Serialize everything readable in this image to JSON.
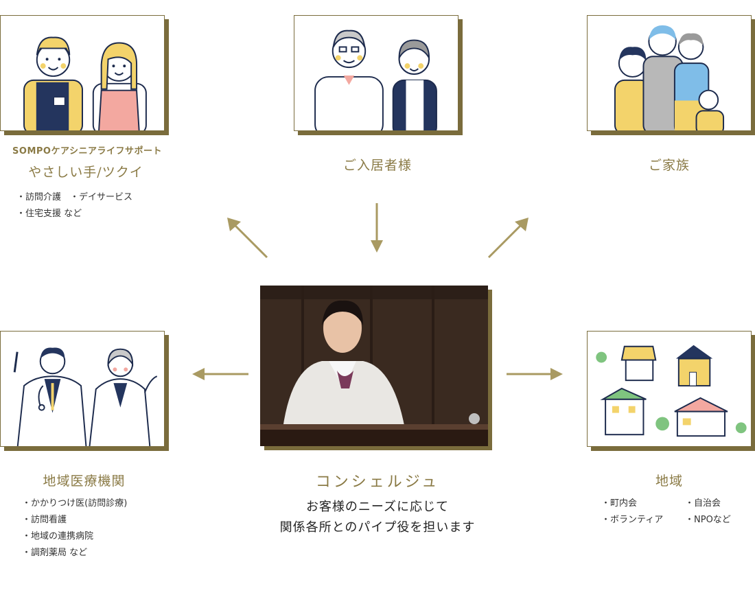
{
  "colors": {
    "accent": "#8a7a45",
    "frame_shadow": "#7a6c3c",
    "arrow": "#a99a62"
  },
  "nodes": {
    "care_support": {
      "subtitle": "SOMPOケアシニアライフサポート",
      "title": "やさしい手/ツクイ",
      "items": [
        "訪問介護　・デイサービス",
        "住宅支援 など"
      ],
      "icon": "caregivers-illustration"
    },
    "residents": {
      "title": "ご入居者様",
      "icon": "elderly-couple-illustration"
    },
    "family": {
      "title": "ご家族",
      "icon": "family-illustration"
    },
    "medical": {
      "title": "地域医療機関",
      "items": [
        "かかりつけ医(訪問診療)",
        "訪問看護",
        "地域の連携病院",
        "調剤薬局 など"
      ],
      "icon": "doctors-illustration"
    },
    "community": {
      "title": "地域",
      "items_left": [
        "町内会",
        "ボランティア"
      ],
      "items_right": [
        "自治会",
        "NPOなど"
      ],
      "icon": "houses-illustration"
    },
    "concierge": {
      "title": "コンシェルジュ",
      "desc_line1": "お客様のニーズに応じて",
      "desc_line2": "関係各所とのパイプ役を担います",
      "icon": "concierge-photo"
    }
  }
}
